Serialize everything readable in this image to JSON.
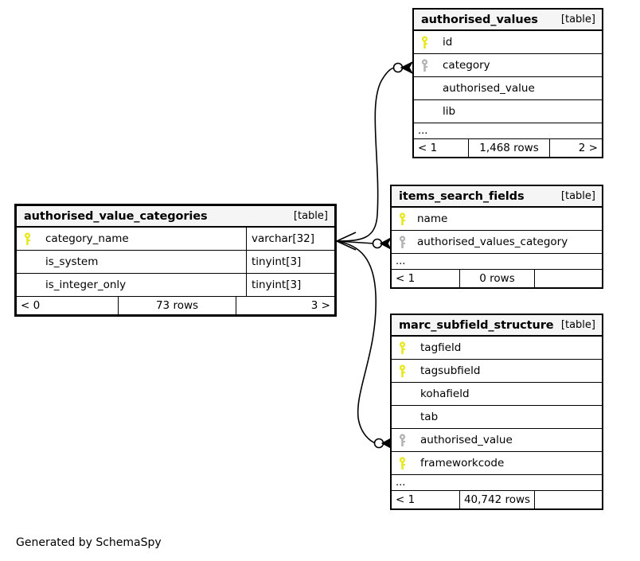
{
  "diagram": {
    "generator_credit": "Generated by SchemaSpy",
    "kind_label": "[table]",
    "ellipsis": "...",
    "colors": {
      "primary_key": "#e8e81c",
      "foreign_key": "#b3b3b3",
      "header_bg": "#f5f5f5",
      "border": "#000000",
      "background": "#ffffff"
    }
  },
  "tables": {
    "authorised_values": {
      "name": "authorised_values",
      "kind": "[table]",
      "columns": [
        {
          "name": "id",
          "key": "primary",
          "type": ""
        },
        {
          "name": "category",
          "key": "foreign",
          "type": ""
        },
        {
          "name": "authorised_value",
          "key": "none",
          "type": ""
        },
        {
          "name": "lib",
          "key": "none",
          "type": ""
        }
      ],
      "has_more": true,
      "footer": {
        "left": "< 1",
        "middle": "1,468 rows",
        "right": "2 >"
      }
    },
    "authorised_value_categories": {
      "name": "authorised_value_categories",
      "kind": "[table]",
      "columns": [
        {
          "name": "category_name",
          "key": "primary",
          "type": "varchar[32]"
        },
        {
          "name": "is_system",
          "key": "none",
          "type": "tinyint[3]"
        },
        {
          "name": "is_integer_only",
          "key": "none",
          "type": "tinyint[3]"
        }
      ],
      "has_more": false,
      "footer": {
        "left": "< 0",
        "middle": "73 rows",
        "right": "3 >"
      }
    },
    "items_search_fields": {
      "name": "items_search_fields",
      "kind": "[table]",
      "columns": [
        {
          "name": "name",
          "key": "primary",
          "type": ""
        },
        {
          "name": "authorised_values_category",
          "key": "foreign",
          "type": ""
        }
      ],
      "has_more": true,
      "footer": {
        "left": "< 1",
        "middle": "0 rows",
        "right": ""
      }
    },
    "marc_subfield_structure": {
      "name": "marc_subfield_structure",
      "kind": "[table]",
      "columns": [
        {
          "name": "tagfield",
          "key": "primary",
          "type": ""
        },
        {
          "name": "tagsubfield",
          "key": "primary",
          "type": ""
        },
        {
          "name": "kohafield",
          "key": "none",
          "type": ""
        },
        {
          "name": "tab",
          "key": "none",
          "type": ""
        },
        {
          "name": "authorised_value",
          "key": "foreign",
          "type": ""
        },
        {
          "name": "frameworkcode",
          "key": "primary",
          "type": ""
        }
      ],
      "has_more": true,
      "footer": {
        "left": "< 1",
        "middle": "40,742 rows",
        "right": ""
      }
    }
  },
  "relationships": [
    {
      "from": "authorised_value_categories.category_name",
      "to": "authorised_values.category"
    },
    {
      "from": "authorised_value_categories.category_name",
      "to": "items_search_fields.authorised_values_category"
    },
    {
      "from": "authorised_value_categories.category_name",
      "to": "marc_subfield_structure.authorised_value"
    }
  ]
}
